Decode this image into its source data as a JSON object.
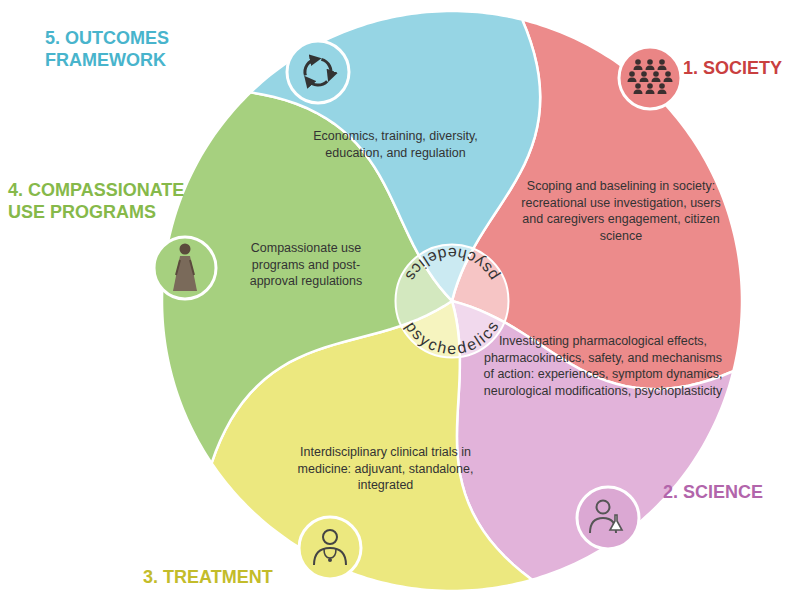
{
  "diagram": {
    "nodes": [
      {
        "text": [
          "1. SOCIETY",
          "Scoping and baselining in society: recreational use investigation, users and caregivers engagement, citizen science"
        ]
      },
      {
        "text": [
          "2. SCIENCE",
          "Investigating pharmacological effects, pharmacokinetics, safety, and mechanisms of action: experiences, symptom dynamics, neurological modifications, psychoplasticity"
        ]
      },
      {
        "text": [
          "3. TREATMENT",
          "Interdisciplinary clinical trials in medicine: adjuvant, standalone, integrated"
        ]
      },
      {
        "text": [
          "4. COMPASSIONATE USE PROGRAMS",
          "Compassionate use programs and post-approval regulations"
        ]
      },
      {
        "text": [
          "5. OUTCOMES FRAMEWORK",
          "Economics, training, diversity, education, and regulation"
        ]
      },
      {
        "text": [
          "psychedelics",
          "psychedelics"
        ]
      }
    ]
  }
}
